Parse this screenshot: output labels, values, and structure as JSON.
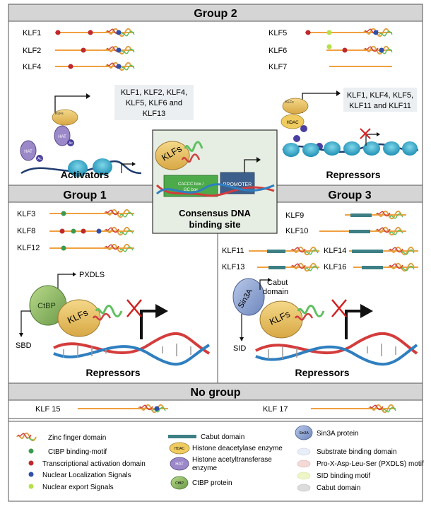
{
  "groups": {
    "g2": {
      "title": "Group 2"
    },
    "g1": {
      "title": "Group 1"
    },
    "g3": {
      "title": "Group 3"
    },
    "none": {
      "title": "No group"
    }
  },
  "genes": {
    "klf1": "KLF1",
    "klf2": "KLF2",
    "klf4": "KLF4",
    "klf5": "KLF5",
    "klf6": "KLF6",
    "klf7": "KLF7",
    "klf3": "KLF3",
    "klf8": "KLF8",
    "klf12": "KLF12",
    "klf9": "KLF9",
    "klf10": "KLF10",
    "klf11": "KLF11",
    "klf13": "KLF13",
    "klf14": "KLF14",
    "klf16": "KLF16",
    "klf15": "KLF 15",
    "klf17": "KLF 17"
  },
  "panels": {
    "activators_title": "Activators",
    "activators_list_1": "KLF1, KLF2, KLF4,",
    "activators_list_2": "KLF5, KLF6 and",
    "activators_list_3": "KLF13",
    "repressors_title": "Repressors",
    "repressors_list_1": "KLF1, KLF4, KLF5,",
    "repressors_list_2": "KLF11 and KLF11",
    "center_klfs": "KLFs",
    "caccc_1": "CACCC box /",
    "caccc_2": "GC box",
    "promoter": "PROMOTER",
    "consensus_1": "Consensus DNA",
    "consensus_2": "binding site",
    "g1_repressors": "Repressors",
    "g3_repressors": "Repressors",
    "pxdls": "PXDLS",
    "ctbp": "CtBP",
    "sbd": "SBD",
    "klfs_short": "KLFs",
    "sin3a": "Sin3A",
    "cabut_1": "Cabut",
    "cabut_2": "domain",
    "sid": "SID",
    "klf_small": "KLFs",
    "hat": "HAT",
    "hdac": "HDAC",
    "ac": "Ac"
  },
  "legend": {
    "zinc": "Zinc finger domain",
    "ctbp_motif": "CtBP binding-motif",
    "tad": "Transcriptional activation domain",
    "nls": "Nuclear Localization Signals",
    "nes": "Nuclear export Signals",
    "cabut": "Cabut  domain",
    "hdac": "Histone deacetylase enzyme",
    "hat_1": "Histone acetyltransferase",
    "hat_2": "enzyme",
    "ctbp_protein": "CtBP protein",
    "sin3a": "Sin3A  protein",
    "sbd": "Substrate binding domain",
    "pxdls": "Pro-X-Asp-Leu-Ser (PXDLS) motif",
    "sid": "SID binding motif",
    "cabut2": "Cabut domain",
    "icon_hdac": "HDAC",
    "icon_hat": "HAT",
    "icon_ctbp": "CtBP",
    "icon_sin3a": "Sin3A"
  },
  "colors": {
    "orange_line": "#f0a040",
    "teal": "#3d7f84",
    "red_dot": "#c0282a",
    "green_dot": "#3a9a4e",
    "blue_dot": "#2f4fa8",
    "lime_dot": "#b5e04a",
    "header_bg": "#d5d5d5",
    "center_bg": "#e6ede2",
    "dna_red": "#d43c3c",
    "dna_blue": "#2f7fc0"
  }
}
